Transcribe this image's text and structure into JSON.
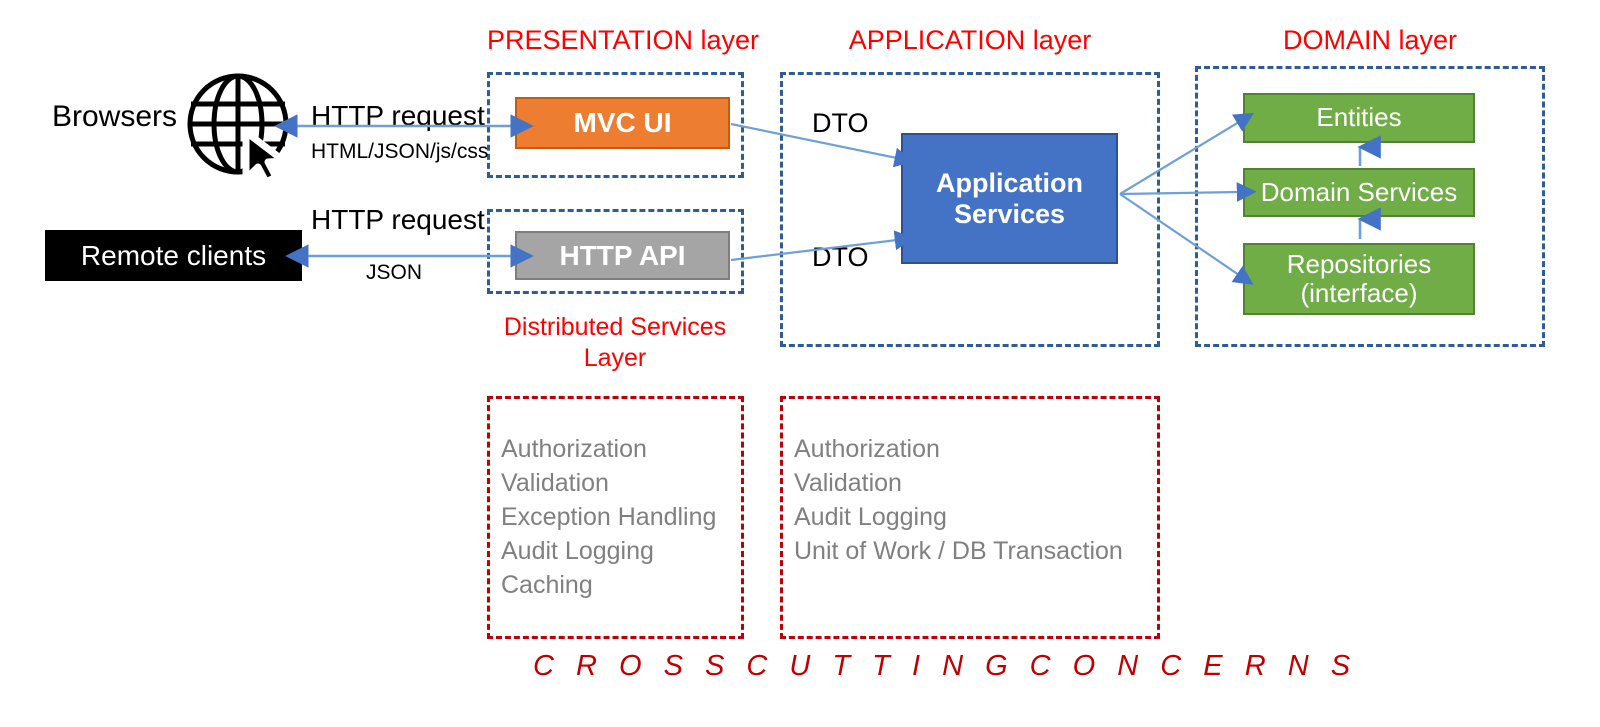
{
  "diagram": {
    "title": "Layered application architecture",
    "colors": {
      "layer_label": "#FF0000",
      "layer_border": "#2E5C9A",
      "crosscut_border": "#C00000",
      "mvc": "#ED7D31",
      "api": "#A5A5A5",
      "app_services": "#4472C4",
      "domain_box": "#70AD47",
      "arrow": "#4472C4",
      "crosscut_text": "#808080",
      "client_box": "#000000"
    }
  },
  "layers": {
    "presentation_label": "PRESENTATION layer",
    "application_label": "APPLICATION layer",
    "domain_label": "DOMAIN layer",
    "distributed_services_label": "Distributed Services Layer"
  },
  "clients": {
    "browsers_label": "Browsers",
    "remote_clients_label": "Remote clients",
    "globe_icon": "globe-cursor-icon"
  },
  "flows": {
    "browser_request": "HTTP request",
    "browser_response": "HTML/JSON/js/css",
    "remote_request": "HTTP request",
    "remote_response": "JSON",
    "dto_top": "DTO",
    "dto_bottom": "DTO"
  },
  "nodes": {
    "mvc_ui": "MVC UI",
    "http_api": "HTTP API",
    "application_services": "Application\nServices",
    "entities": "Entities",
    "domain_services": "Domain Services",
    "repositories": "Repositories\n(interface)"
  },
  "cross_cutting": {
    "footer_label": "C R O S S   C U T T I N G   C O N C E R N S",
    "presentation_concerns": [
      "Authorization",
      "Validation",
      "Exception Handling",
      "Audit Logging",
      "Caching"
    ],
    "presentation_concerns_text": "Authorization\nValidation\nException Handling\nAudit Logging\nCaching",
    "application_concerns": [
      "Authorization",
      "Validation",
      "Audit Logging",
      "Unit of Work / DB Transaction"
    ],
    "application_concerns_text": "Authorization\nValidation\nAudit Logging\nUnit of Work / DB Transaction"
  }
}
